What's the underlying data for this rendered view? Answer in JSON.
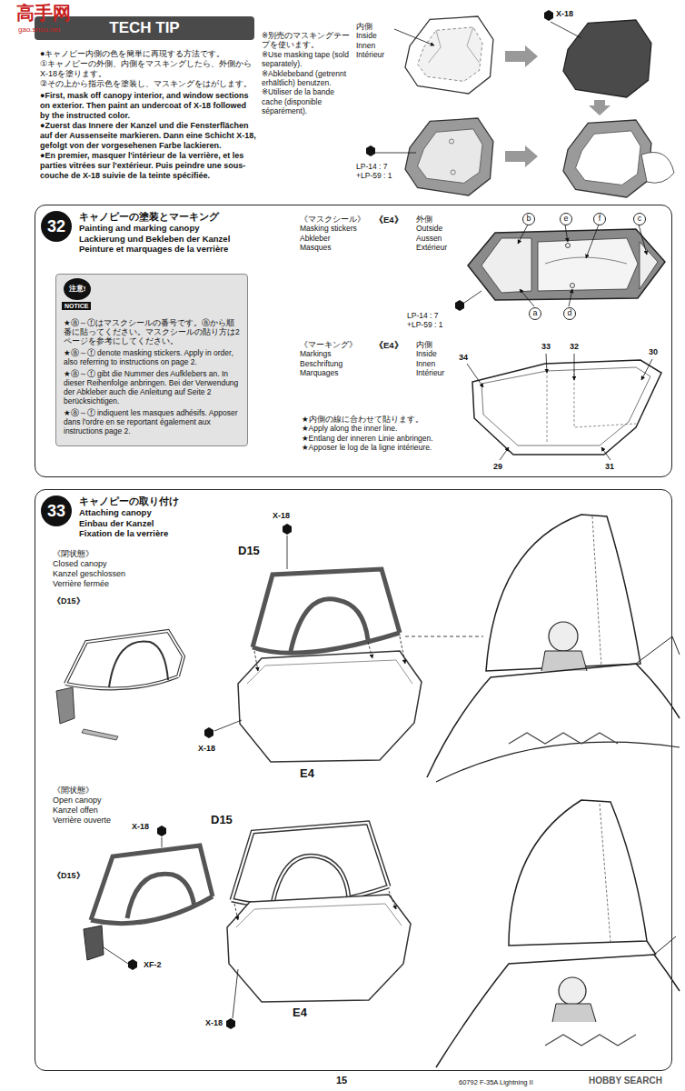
{
  "diagram": {
    "nodes": [
      {
        "text": [
          "TECH TIP"
        ]
      },
      {
        "text": [
          "キャノピーの塗装とマーキング",
          "Painting and marking canopy",
          "Lackierung und Bekleben der Kanzel",
          "Peinture et marquages de la verrière"
        ]
      },
      {
        "text": [
          "32"
        ],
        "in": 1
      },
      {
        "text": [
          "注意!",
          "NOTICE",
          "★ⓐ～ⓕはマスクシールの番号です。ⓐから順番に貼ってください。マスクシールの貼り方は2ページを参考にしてください。",
          "★ⓐ～ⓕ denote masking stickers. Apply in order, also referring to instructions on page 2.",
          "★ⓐ～ⓕ gibt die Nummer des Aufklebers an. In dieser Reihenfolge anbringen. Bei der Verwendung der Abkleber auch die Anleitung auf Seite 2 berücksichtigen.",
          "★ⓐ～ⓕ indiquent les masques adhésifs. Apposer dans l'ordre en se reportant également aux instructions page 2."
        ],
        "in": 1
      },
      {
        "text": [
          "キャノピーの取り付け",
          "Attaching canopy",
          "Einbau der Kanzel",
          "Fixation de la verrière"
        ]
      },
      {
        "text": [
          "33"
        ],
        "in": 4
      }
    ],
    "labels": [
      "高手网",
      "gao.shou.net",
      "●キャノピー内側の色を簡単に再現する方法です。",
      "①キャノピーの外側、内側をマスキングしたら、外側からX-18を塗ります。",
      "②その上から指示色を塗装し、マスキングをはがします。",
      "●First, mask off canopy interior, and window sections on exterior. Then paint an undercoat of X-18 followed by the instructed color.",
      "●Zuerst das Innere der Kanzel und die Fensterflächen auf der Aussenseite markieren. Dann eine Schicht X-18, gefolgt von der vorgesehenen Farbe lackieren.",
      "●En premier, masquer l'intérieur de la verrière, et les parties vitrées sur l'extérieur. Puis peindre une sous-couche de X-18 suivie de la teinte spécifiée.",
      "※別売のマスキングテープを使います。",
      "※Use masking tape (sold separately).",
      "※Abklebeband (getrennt erhältlich) benutzen.",
      "※Utiliser de la bande cache (disponible séparément).",
      "内側",
      "Inside",
      "Innen",
      "Intérieur",
      "X-18",
      "LP-14 : 7",
      "+LP-59 : 1",
      "《マスクシール》",
      "Masking stickers",
      "Abkleber",
      "Masques",
      "《E4》",
      "外側",
      "Outside",
      "Aussen",
      "Extérieur",
      "b",
      "e",
      "f",
      "c",
      "a",
      "d",
      "LP-14 : 7",
      "+LP-59 : 1",
      "《マーキング》",
      "Markings",
      "Beschriftung",
      "Marquages",
      "《E4》",
      "内側",
      "Inside",
      "Innen",
      "Intérieur",
      "34",
      "33",
      "32",
      "30",
      "29",
      "31",
      "★内側の線に合わせて貼ります。",
      "★Apply along the inner line.",
      "★Entlang der inneren Linie anbringen.",
      "★Apposer le log de la ligne intérieure.",
      "X-18",
      "《閉状態》",
      "Closed canopy",
      "Kanzel geschlossen",
      "Verrière fermée",
      "《D15》",
      "D15",
      "X-18",
      "E4",
      "《開状態》",
      "Open canopy",
      "Kanzel offen",
      "Verrière ouverte",
      "《D15》",
      "X-18",
      "XF-2",
      "D15",
      "X-18",
      "E4",
      "15",
      "60792 F-35A Lightning II",
      "HOBBY SEARCH"
    ]
  }
}
